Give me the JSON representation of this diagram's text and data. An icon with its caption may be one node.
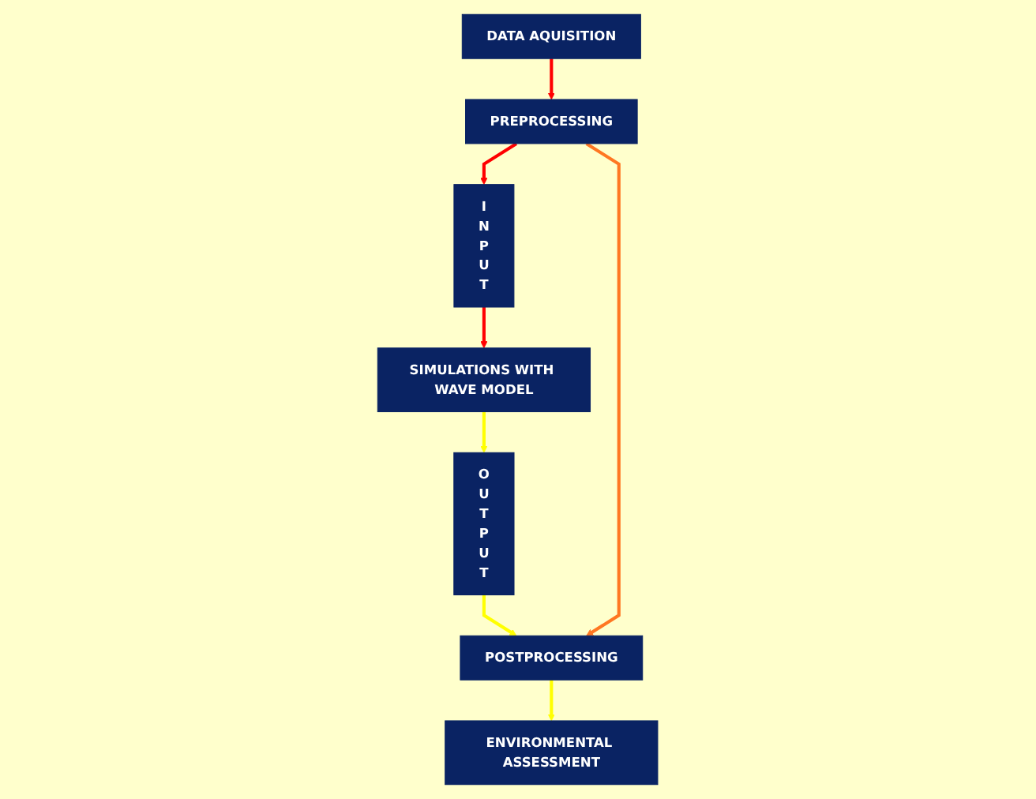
{
  "diagram": {
    "nodes": [
      {
        "text": [
          "DATA AQUISITION"
        ]
      },
      {
        "text": [
          "ENVIRONMENTAL ASSESSMENT"
        ]
      },
      {
        "text": [
          "PREPROCESSING"
        ]
      },
      {
        "text": [
          "POSTPROCESSING"
        ]
      },
      {
        "text": [
          "INPUT"
        ]
      },
      {
        "text": [
          "SIMULATIONS WITH WAVE MODEL"
        ]
      },
      {
        "text": [
          "OUTPUT"
        ]
      }
    ],
    "edges": [
      {
        "from": 0,
        "to": 2,
        "arrow": "to",
        "color": "#ff0000"
      },
      {
        "from": 2,
        "to": 4,
        "arrow": "to",
        "color": "#ff0000"
      },
      {
        "from": 4,
        "to": 5,
        "arrow": "to",
        "color": "#ff0000"
      },
      {
        "from": 5,
        "to": 6,
        "arrow": "to",
        "color": "#ffff00"
      },
      {
        "from": 6,
        "to": 3,
        "arrow": "to",
        "color": "#ffff00"
      },
      {
        "from": 3,
        "to": 1,
        "arrow": "to",
        "color": "#ffff00"
      },
      {
        "from": 2,
        "to": 3,
        "arrow": "to",
        "color": "#ff7722"
      }
    ]
  }
}
